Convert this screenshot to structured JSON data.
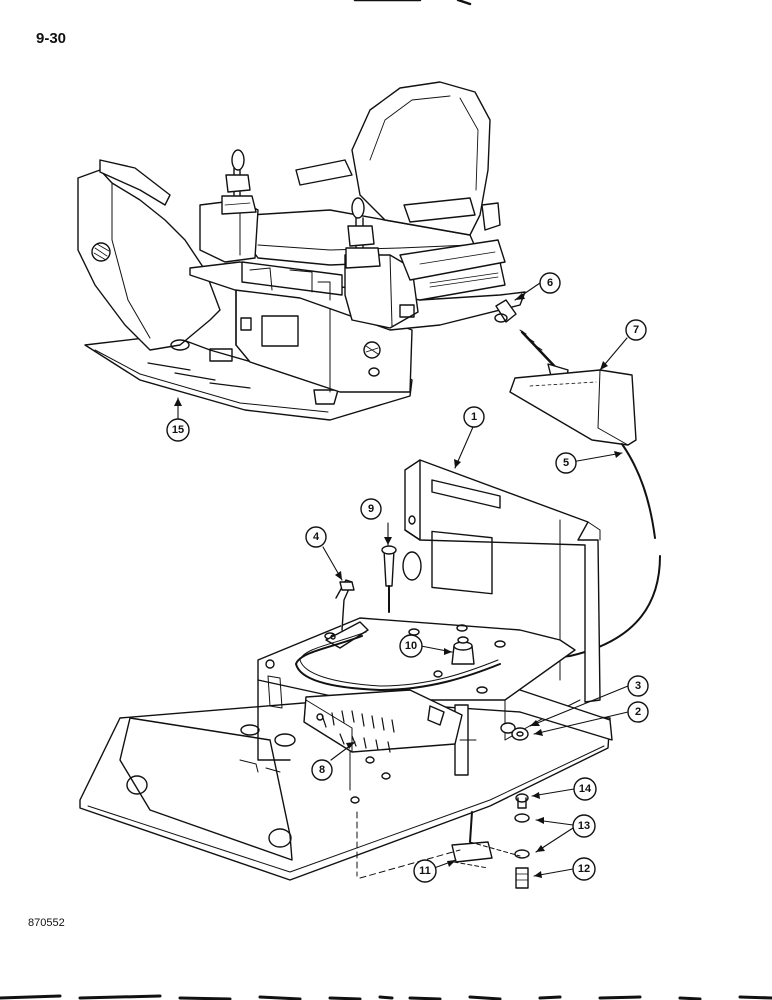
{
  "page_number": "9-30",
  "figure_code": "870552",
  "callouts": [
    "1",
    "2",
    "3",
    "4",
    "5",
    "6",
    "7",
    "8",
    "9",
    "10",
    "11",
    "12",
    "13",
    "14",
    "15"
  ]
}
